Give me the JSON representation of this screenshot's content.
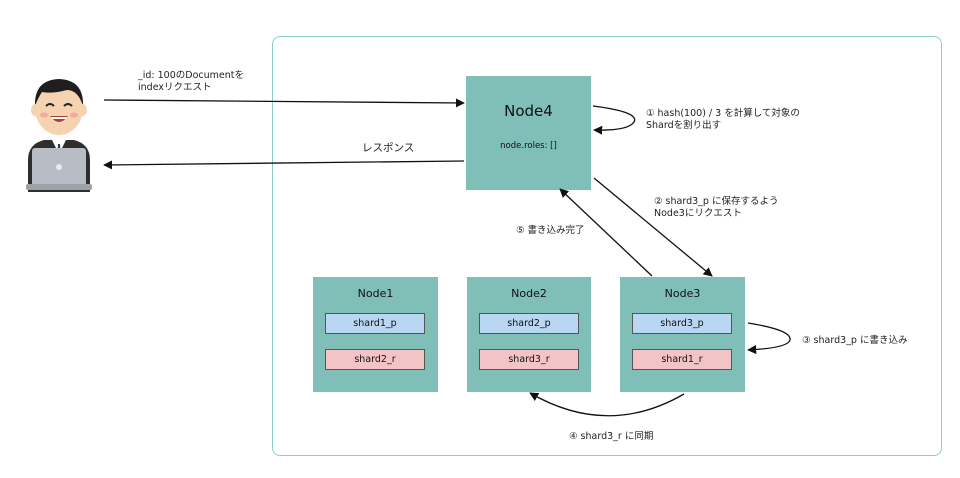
{
  "request_label": [
    "_id: 100のDocumentを",
    "indexリクエスト"
  ],
  "response_label": "レスポンス",
  "node4": {
    "title": "Node4",
    "roles": "node.roles: []"
  },
  "nodes": [
    {
      "title": "Node1",
      "shards": [
        "shard1_p",
        "shard2_r"
      ]
    },
    {
      "title": "Node2",
      "shards": [
        "shard2_p",
        "shard3_r"
      ]
    },
    {
      "title": "Node3",
      "shards": [
        "shard3_p",
        "shard1_r"
      ]
    }
  ],
  "steps": {
    "s1": [
      "① hash(100) / 3 を計算して対象の",
      "Shardを割り出す"
    ],
    "s2": [
      "② shard3_p に保存するよう",
      "Node3にリクエスト"
    ],
    "s3": "③ shard3_p に書き込み",
    "s4": "④ shard3_r に同期",
    "s5": "⑤ 書き込み完了"
  },
  "colors": {
    "node": "#7fbfb7",
    "primary_shard": "#b9d6f2",
    "replica_shard": "#f3c4c6",
    "cluster_border": "#8ccfc6"
  }
}
